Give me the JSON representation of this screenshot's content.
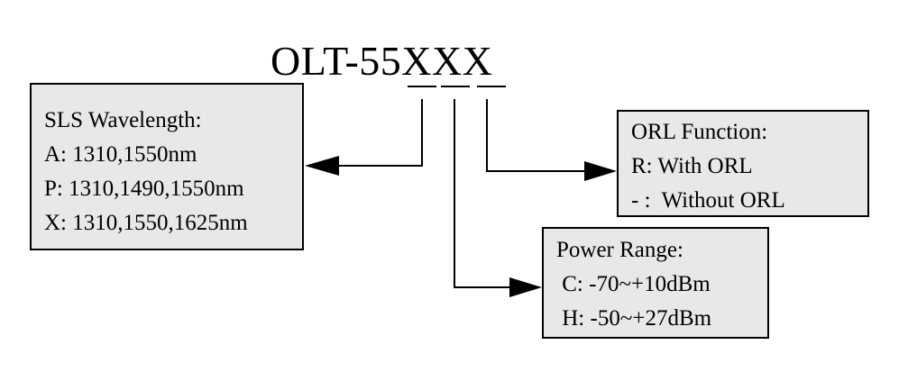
{
  "model_code": {
    "prefix": "OLT-55",
    "slots": [
      "X",
      "X",
      "X"
    ]
  },
  "sls_wavelength": {
    "heading": "SLS Wavelength:",
    "options": [
      "A: 1310,1550nm",
      "P: 1310,1490,1550nm",
      "X: 1310,1550,1625nm"
    ]
  },
  "orl_function": {
    "heading": "ORL Function:",
    "options": [
      "R: With ORL",
      "- :  Without ORL"
    ]
  },
  "power_range": {
    "heading": "Power Range:",
    "options": [
      " C: -70~+10dBm",
      " H: -50~+27dBm"
    ]
  },
  "colors": {
    "box_fill": "#e8e8e8",
    "line": "#000000"
  }
}
